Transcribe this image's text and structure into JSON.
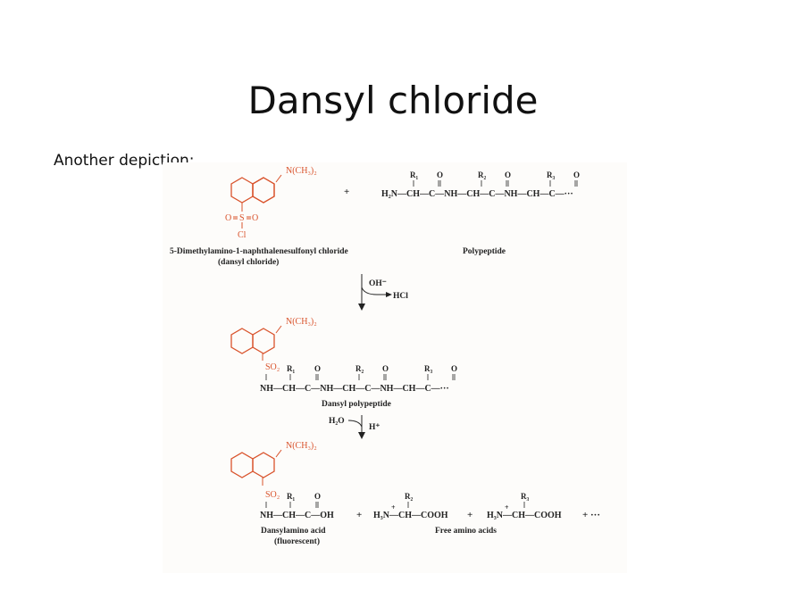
{
  "slide": {
    "title": "Dansyl chloride",
    "subtitle": "Another depiction:"
  },
  "colors": {
    "reagent": "#d9532c",
    "text": "#222222",
    "figure_bg": "#fdfcfa"
  },
  "figure": {
    "step1": {
      "dimethylamino": "N(CH₃)₂",
      "sulfonyl_o_left": "O",
      "sulfonyl_s": "S",
      "sulfonyl_o_right": "O",
      "chloride": "Cl",
      "plus": "+",
      "reagent_name_line1": "5-Dimethylamino-1-naphthalenesulfonyl chloride",
      "reagent_name_line2": "(dansyl chloride)",
      "polypeptide_chain": "H₂N—CH—C—NH—CH—C—NH—CH—C—···",
      "r1": "R₁",
      "o1": "O",
      "r2": "R₂",
      "o2": "O",
      "r3": "R₃",
      "o3": "O",
      "polypeptide_label": "Polypeptide"
    },
    "arrow1": {
      "reagent_above": "OH⁻",
      "product_side": "HCl"
    },
    "step2": {
      "dimethylamino": "N(CH₃)₂",
      "sulfonyl": "SO₂",
      "chain": "NH—CH—C—NH—CH—C—NH—CH—C—···",
      "r1": "R₁",
      "o1": "O",
      "r2": "R₂",
      "o2": "O",
      "r3": "R₃",
      "o3": "O",
      "label": "Dansyl polypeptide"
    },
    "arrow2": {
      "reagent_left": "H₂O",
      "reagent_right": "H⁺"
    },
    "step3": {
      "dimethylamino": "N(CH₃)₂",
      "sulfonyl": "SO₂",
      "chain": "NH—CH—C—OH",
      "r1": "R₁",
      "o1": "O",
      "plus1": "+",
      "amino2": "H₃N—CH—COOH",
      "charge2": "+",
      "r2": "R₂",
      "plus2": "+",
      "amino3": "H₃N—CH—COOH",
      "charge3": "+",
      "r3": "R₃",
      "plus3": "+ ···",
      "label_left_line1": "Dansylamino acid",
      "label_left_line2": "(fluorescent)",
      "label_right": "Free amino acids"
    }
  }
}
